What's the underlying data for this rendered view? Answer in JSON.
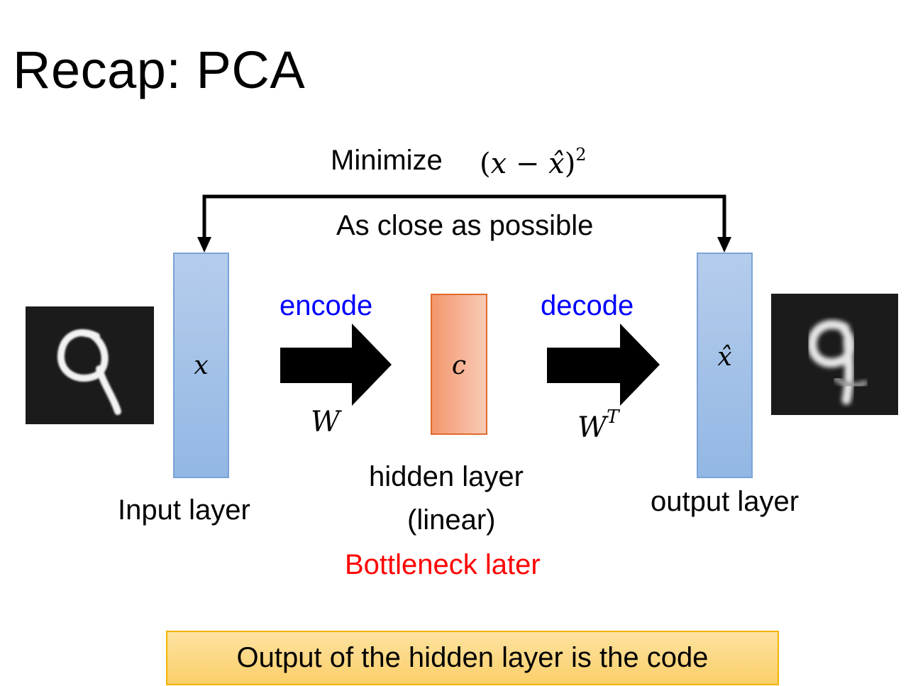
{
  "slide": {
    "title": "Recap: PCA",
    "objective_label": "Minimize",
    "objective_formula": {
      "open": "(",
      "x": "x",
      "minus": " − ",
      "xhat": "x̂",
      "close": ")",
      "exponent": "2"
    },
    "feedback_label": "As close as possible",
    "input_layer": {
      "variable": "x",
      "caption": "Input layer"
    },
    "encoder": {
      "label": "encode",
      "weight": "W"
    },
    "hidden_layer": {
      "variable": "c",
      "caption_line1": "hidden layer",
      "caption_line2": "(linear)",
      "note": "Bottleneck later"
    },
    "decoder": {
      "label": "decode",
      "weight": "W",
      "weight_superscript": "T"
    },
    "output_layer": {
      "variable": "x̂",
      "caption": "output layer"
    },
    "callout": "Output of the hidden layer is the code"
  },
  "colors": {
    "blue_label": "#0000ff",
    "red_note": "#ff0000",
    "layer_fill": "#a8c4ea",
    "layer_border": "#7aa3d8",
    "code_fill": "#f4966d",
    "code_border": "#e06b2d",
    "callout_fill": "#fcd98a",
    "callout_border": "#f2b500"
  }
}
